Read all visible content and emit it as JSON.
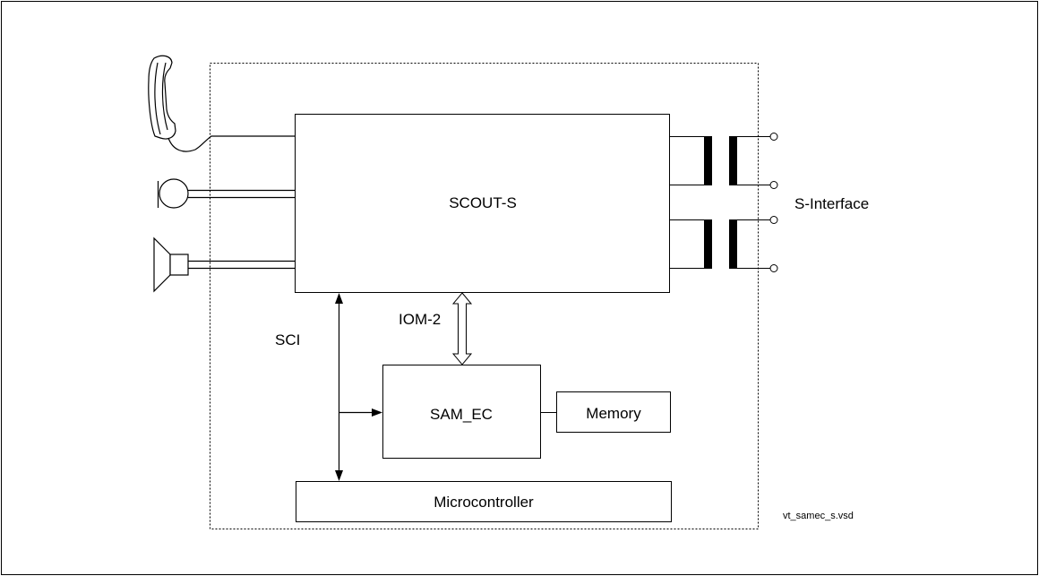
{
  "blocks": {
    "scout": "SCOUT-S",
    "samec": "SAM_EC",
    "memory": "Memory",
    "micro": "Microcontroller"
  },
  "labels": {
    "s_interface": "S-Interface",
    "iom2": "IOM-2",
    "sci": "SCI",
    "filename": "vt_samec_s.vsd"
  },
  "icons": {
    "handset": "telephone-handset-icon",
    "microphone": "microphone-icon",
    "speaker": "loudspeaker-icon",
    "transformer": "transformer-icon",
    "terminal": "terminal-circle-icon"
  },
  "colors": {
    "line": "#000000",
    "background": "#ffffff"
  }
}
